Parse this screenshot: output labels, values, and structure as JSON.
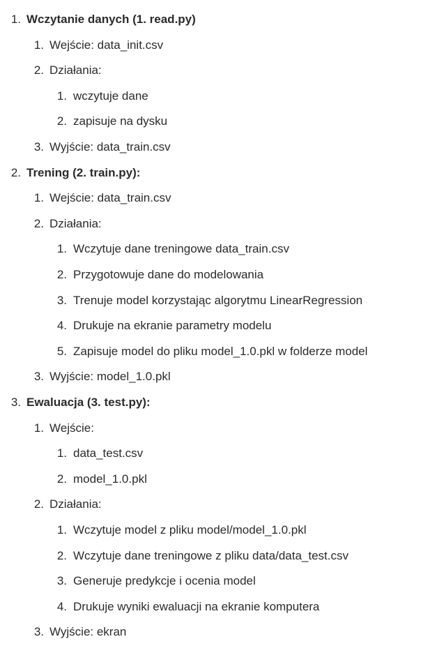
{
  "sections": [
    {
      "num": "1.",
      "title": "Wczytanie danych (1. read.py)",
      "items": [
        {
          "num": "1.",
          "text": "Wejście: data_init.csv",
          "sub": []
        },
        {
          "num": "2.",
          "text": "Działania:",
          "sub": [
            {
              "num": "1.",
              "text": "wczytuje dane"
            },
            {
              "num": "2.",
              "text": "zapisuje na dysku"
            }
          ]
        },
        {
          "num": "3.",
          "text": "Wyjście: data_train.csv",
          "sub": []
        }
      ]
    },
    {
      "num": "2.",
      "title": "Trening (2. train.py):",
      "items": [
        {
          "num": "1.",
          "text": "Wejście: data_train.csv",
          "sub": []
        },
        {
          "num": "2.",
          "text": "Działania:",
          "sub": [
            {
              "num": "1.",
              "text": "Wczytuje dane treningowe data_train.csv"
            },
            {
              "num": "2.",
              "text": "Przygotowuje dane do modelowania"
            },
            {
              "num": "3.",
              "text": "Trenuje model korzystając algorytmu LinearRegression"
            },
            {
              "num": "4.",
              "text": "Drukuje na ekranie parametry modelu"
            },
            {
              "num": "5.",
              "text": "Zapisuje model do pliku model_1.0.pkl w folderze model"
            }
          ]
        },
        {
          "num": "3.",
          "text": "Wyjście: model_1.0.pkl",
          "sub": []
        }
      ]
    },
    {
      "num": "3.",
      "title": "Ewaluacja (3. test.py):",
      "items": [
        {
          "num": "1.",
          "text": "Wejście:",
          "sub": [
            {
              "num": "1.",
              "text": "data_test.csv"
            },
            {
              "num": "2.",
              "text": "model_1.0.pkl"
            }
          ]
        },
        {
          "num": "2.",
          "text": "Działania:",
          "sub": [
            {
              "num": "1.",
              "text": "Wczytuje model z pliku model/model_1.0.pkl"
            },
            {
              "num": "2.",
              "text": "Wczytuje dane treningowe z pliku data/data_test.csv"
            },
            {
              "num": "3.",
              "text": "Generuje predykcje i ocenia model"
            },
            {
              "num": "4.",
              "text": "Drukuje wyniki ewaluacji na ekranie komputera"
            }
          ]
        },
        {
          "num": "3.",
          "text": "Wyjście: ekran",
          "sub": []
        }
      ]
    }
  ]
}
